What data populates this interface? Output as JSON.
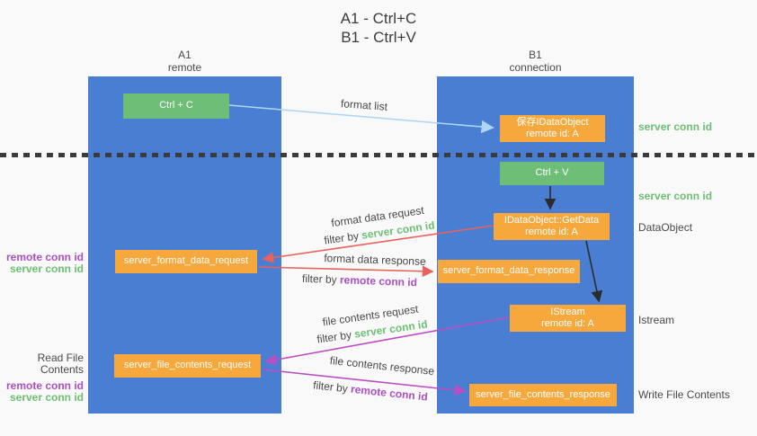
{
  "title": {
    "line1": "A1 - Ctrl+C",
    "line2": "B1 - Ctrl+V"
  },
  "columns": {
    "a": {
      "name": "A1",
      "role": "remote"
    },
    "b": {
      "name": "B1",
      "role": "connection"
    }
  },
  "nodes": {
    "ctrl_c": {
      "label": "Ctrl + C"
    },
    "ctrl_v": {
      "label": "Ctrl + V"
    },
    "save_idataobject": {
      "line1": "保存IDataObject",
      "line2": "remote id: A"
    },
    "getdata": {
      "line1": "IDataObject::GetData",
      "line2": "remote id: A"
    },
    "istream": {
      "line1": "IStream",
      "line2": "remote id: A"
    },
    "server_format_data_request": {
      "label": "server_format_data_request"
    },
    "server_format_data_response": {
      "label": "server_format_data_response"
    },
    "server_file_contents_request": {
      "label": "server_file_contents_request"
    },
    "server_file_contents_response": {
      "label": "server_file_contents_response"
    }
  },
  "arrow_labels": {
    "format_list": "format list",
    "format_data_request": "format data request",
    "format_data_response": "format data response",
    "file_contents_request": "file contents request",
    "file_contents_response": "file contents response",
    "filter_by": "filter by",
    "server_conn_id": "server conn id",
    "remote_conn_id": "remote conn id"
  },
  "side_labels": {
    "server_conn_id_top": "server conn id",
    "server_conn_id_mid": "server conn id",
    "dataobject": "DataObject",
    "istream": "Istream",
    "read_file_contents": "Read File Contents",
    "write_file_contents": "Write File Contents",
    "remote_conn_id": "remote conn id",
    "server_conn_id": "server conn id"
  },
  "colors": {
    "column_blue": "#4a7ed2",
    "box_green": "#6fbe78",
    "box_orange": "#f6a83d",
    "text_green": "#6dbf74",
    "text_purple": "#ab4fc3",
    "arrow_red": "#e8625c",
    "arrow_magenta": "#bb4ec2",
    "arrow_light_blue": "#aed6f2",
    "arrow_black": "#2b2b2b"
  }
}
